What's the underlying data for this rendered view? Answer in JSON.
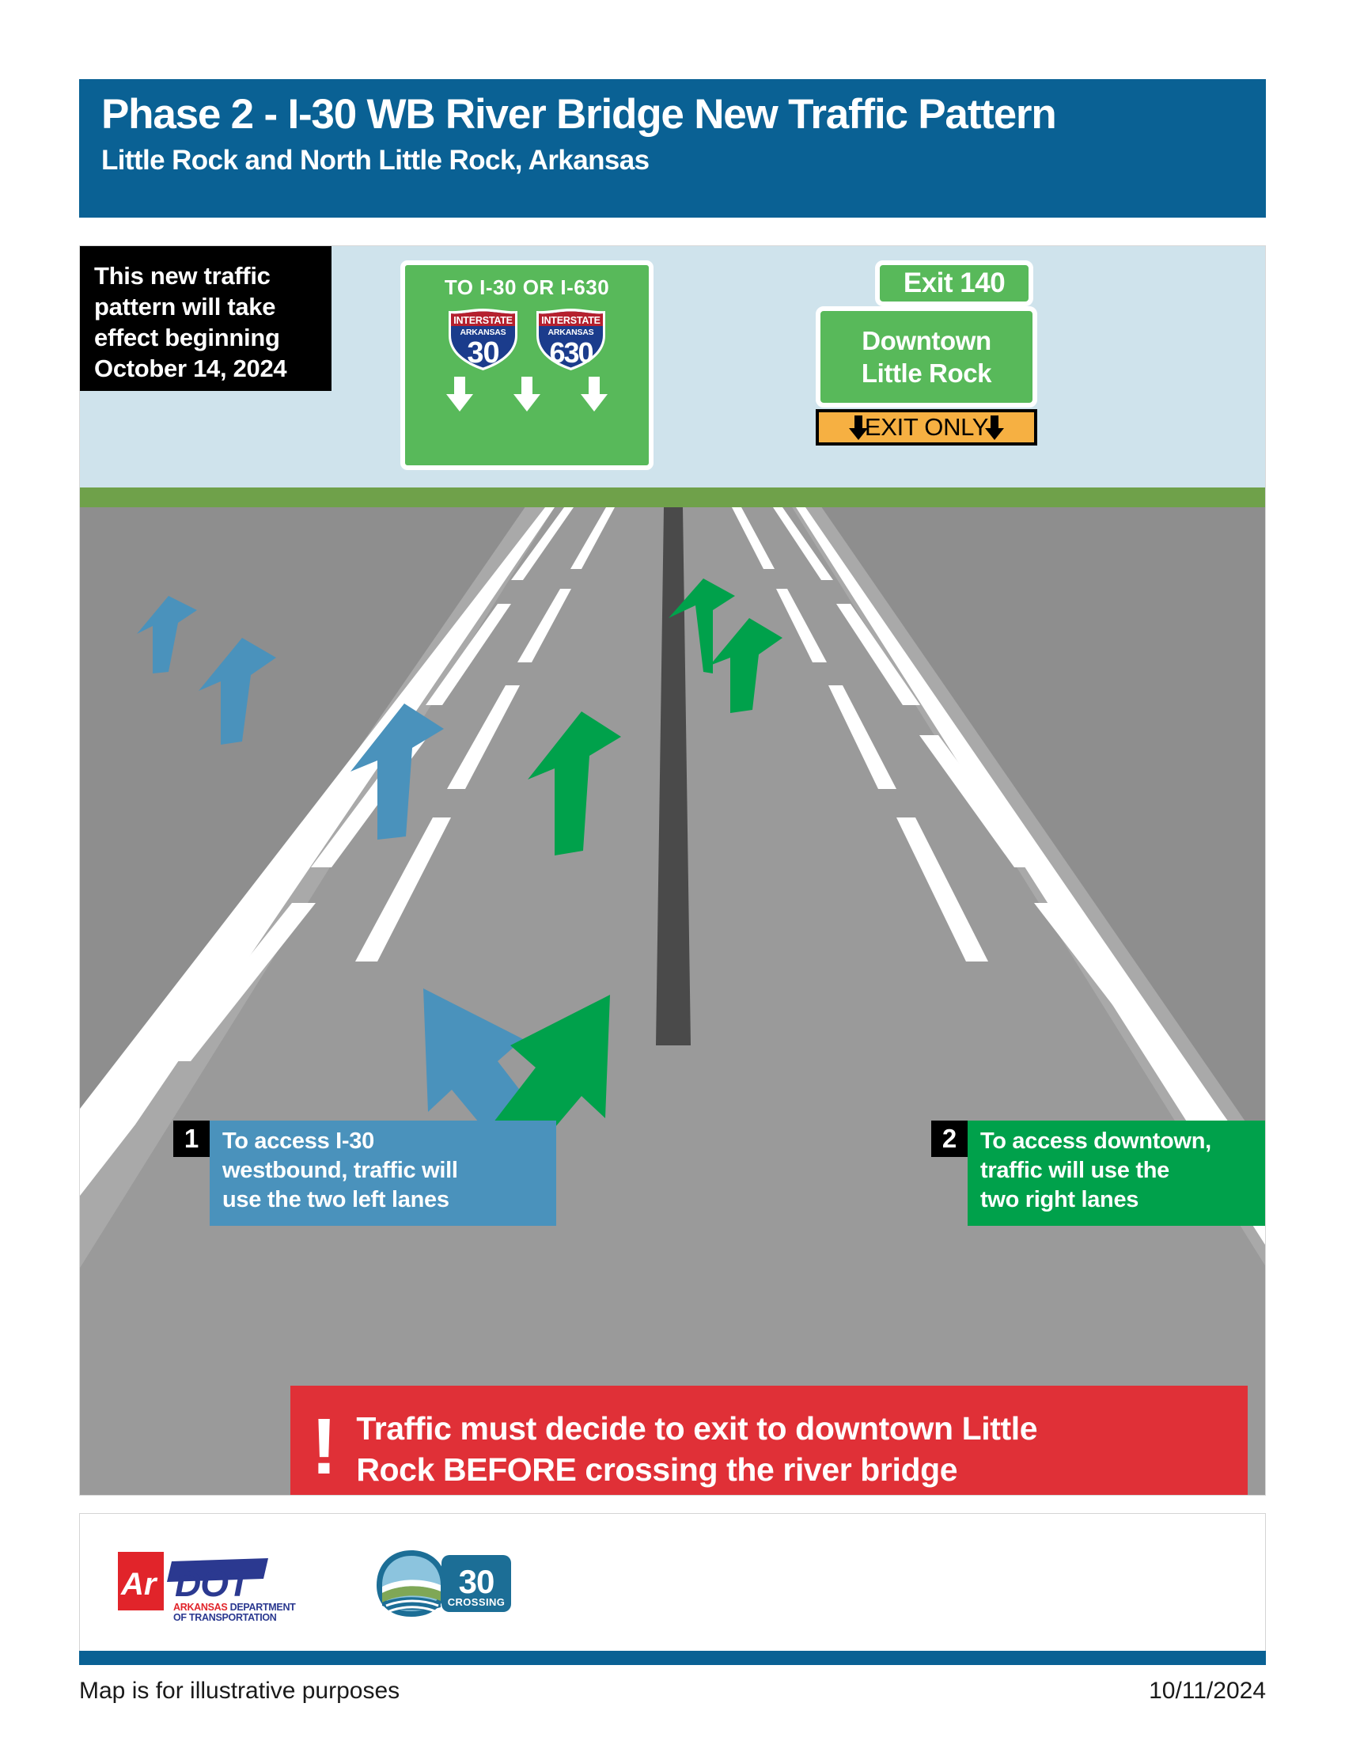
{
  "header": {
    "title": "Phase 2 - I-30 WB River Bridge New Traffic Pattern",
    "subtitle": "Little Rock and North Little Rock, Arkansas"
  },
  "datebox": {
    "line1": "This new traffic",
    "line2": "pattern will take",
    "line3": "effect beginning",
    "line4": "October 14, 2024"
  },
  "guide_sign": {
    "top_text": "TO I-30 OR I-630",
    "shields": [
      {
        "interstate_label": "INTERSTATE",
        "state_label": "ARKANSAS",
        "route": "30"
      },
      {
        "interstate_label": "INTERSTATE",
        "state_label": "ARKANSAS",
        "route": "630"
      }
    ],
    "arrow_count": 3,
    "bg_color": "#58B95A"
  },
  "exit_sign": {
    "exit_number": "Exit 140",
    "dest_line1": "Downtown",
    "dest_line2": "Little Rock",
    "exit_only": "EXIT ONLY",
    "exit_only_bg": "#F6B042",
    "bg_color": "#58B95A"
  },
  "callouts": [
    {
      "number": "1",
      "line1": "To access I-30",
      "line2": "westbound, traffic will",
      "line3": "use the two left lanes",
      "color": "#4A92BC"
    },
    {
      "number": "2",
      "line1": "To access downtown,",
      "line2": "traffic will use the",
      "line3": "two right lanes",
      "color": "#00A14B"
    }
  ],
  "warning": {
    "symbol": "!",
    "text_part1": "Traffic must decide to exit to downtown Little Rock ",
    "emphasis": "BEFORE",
    "text_part2": " crossing the river bridge",
    "full_line1": "Traffic must decide to exit to downtown Little",
    "full_line2_pre": "Rock ",
    "full_line2_em": "BEFORE",
    "full_line2_post": " crossing the river bridge",
    "color": "#E03037"
  },
  "logos": {
    "ardot_ar": "Ar",
    "ardot_dot": "DOT",
    "ardot_sub1": "ARKANSAS DEPARTMENT",
    "ardot_sub2": "OF TRANSPORTATION",
    "crossing_num": "30",
    "crossing_word": "CROSSING"
  },
  "footer": {
    "note": "Map is for illustrative purposes",
    "date": "10/11/2024"
  },
  "colors": {
    "header_blue": "#0A6194",
    "sign_green": "#58B95A",
    "arrow_blue": "#4A92BC",
    "arrow_green": "#00A14B",
    "warning_red": "#E03037",
    "road_gray": "#9A9A9A",
    "sky_blue": "#CFE3EC"
  }
}
